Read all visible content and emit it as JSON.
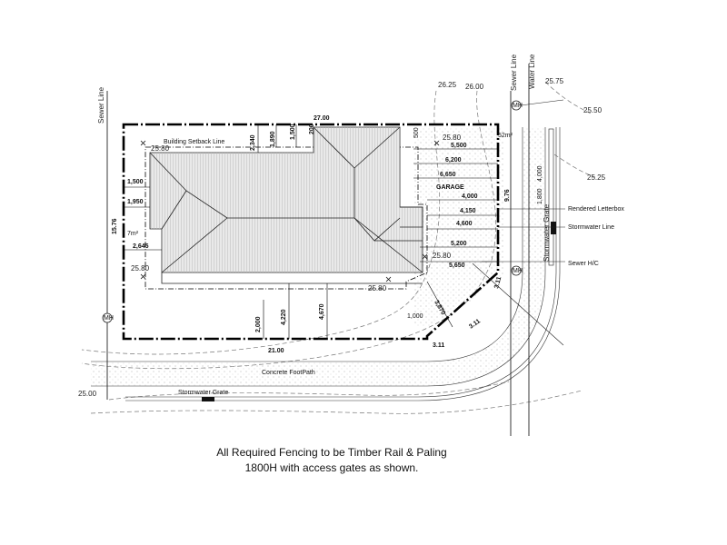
{
  "boundary": {
    "top_dim": "27.00",
    "bottom_dim": "21.00",
    "left_dim": "15.76",
    "right_dim": "9.76",
    "chamfer_dims": [
      "3.11",
      "3.11",
      "3.11"
    ]
  },
  "services": {
    "sewer_line_left": "Sewer Line",
    "sewer_line_right": "Sewer Line",
    "water_line": "Water Line",
    "stormwater_grate_vertical": "Stormwater Grate",
    "stormwater_grate_bottom": "Stormwater Grate",
    "manhole": "MH"
  },
  "callouts": {
    "rendered_letterbox": "Rendered Letterbox",
    "stormwater_line": "Stormwater Line",
    "sewer_hc": "Sewer H/C"
  },
  "labels": {
    "building_setback": "Building Setback Line",
    "garage": "GARAGE",
    "footpath": "Concrete FootPath",
    "area_top": "52m²",
    "area_left": "7m²"
  },
  "levels": {
    "l1": "25.80",
    "l2": "25.80",
    "l3": "25.80",
    "l4": "25.80",
    "l5": "25.80",
    "c_2625": "26.25",
    "c_2600": "26.00",
    "c_2575": "25.75",
    "c_2550": "25.50",
    "c_2525": "25.25",
    "c_2500": "25.00"
  },
  "dims": {
    "d_2340": "2,340",
    "d_1890": "1,890",
    "d_1500_top": "1,500",
    "d_200": "200",
    "d_1500_left": "1,500",
    "d_1950": "1,950",
    "d_2645": "2,645",
    "d_5500": "5,500",
    "d_6200": "6,200",
    "d_6650": "6,650",
    "d_4000": "4,000",
    "d_4150": "4,150",
    "d_4600": "4,600",
    "d_5200": "5,200",
    "d_5650": "5,650",
    "d_2000": "2,000",
    "d_4220": "4,220",
    "d_4670": "4,670",
    "d_3870": "3,870",
    "d_1000": "1,000",
    "d_500": "500",
    "d_4000_faint": "4,000",
    "d_1800": "1,800"
  },
  "notes": {
    "line1": "All Required Fencing to be Timber Rail & Paling",
    "line2": "1800H with access gates as shown."
  }
}
